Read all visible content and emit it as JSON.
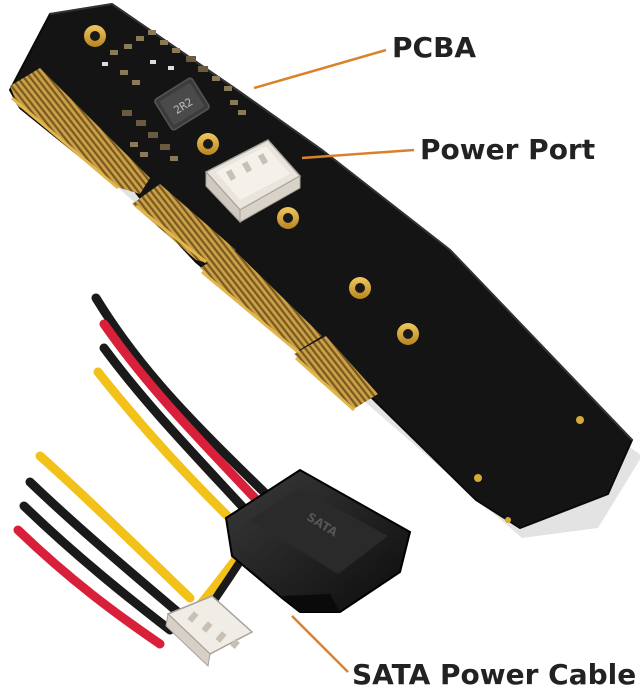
{
  "callouts": {
    "pcba": "PCBA",
    "power_port": "Power Port",
    "sata_cable": "SATA Power Cable"
  },
  "board_marks": {
    "chip": "2R2",
    "sata_plug": "SATA"
  },
  "colors": {
    "leader_line": "#d9822b",
    "board": "#141414",
    "gold": "#d8a838",
    "wire_red": "#d8203a",
    "wire_yellow": "#f2c21a",
    "wire_black": "#1a1a1a"
  }
}
